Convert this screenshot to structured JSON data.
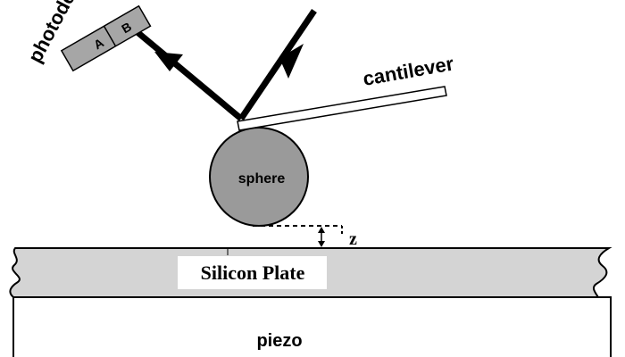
{
  "labels": {
    "photodetector": "photodetector",
    "segment_a": "A",
    "segment_b": "B",
    "cantilever": "cantilever",
    "sphere": "sphere",
    "gap": "z",
    "silicon_plate": "Silicon Plate",
    "piezo": "piezo"
  },
  "colors": {
    "background": "#ffffff",
    "line": "#000000",
    "silicon_plate": "#d4d4d4",
    "sphere": "#9a9a9a",
    "photodetector": "#a6a6a6",
    "plate_label_bg": "#ffffff"
  }
}
